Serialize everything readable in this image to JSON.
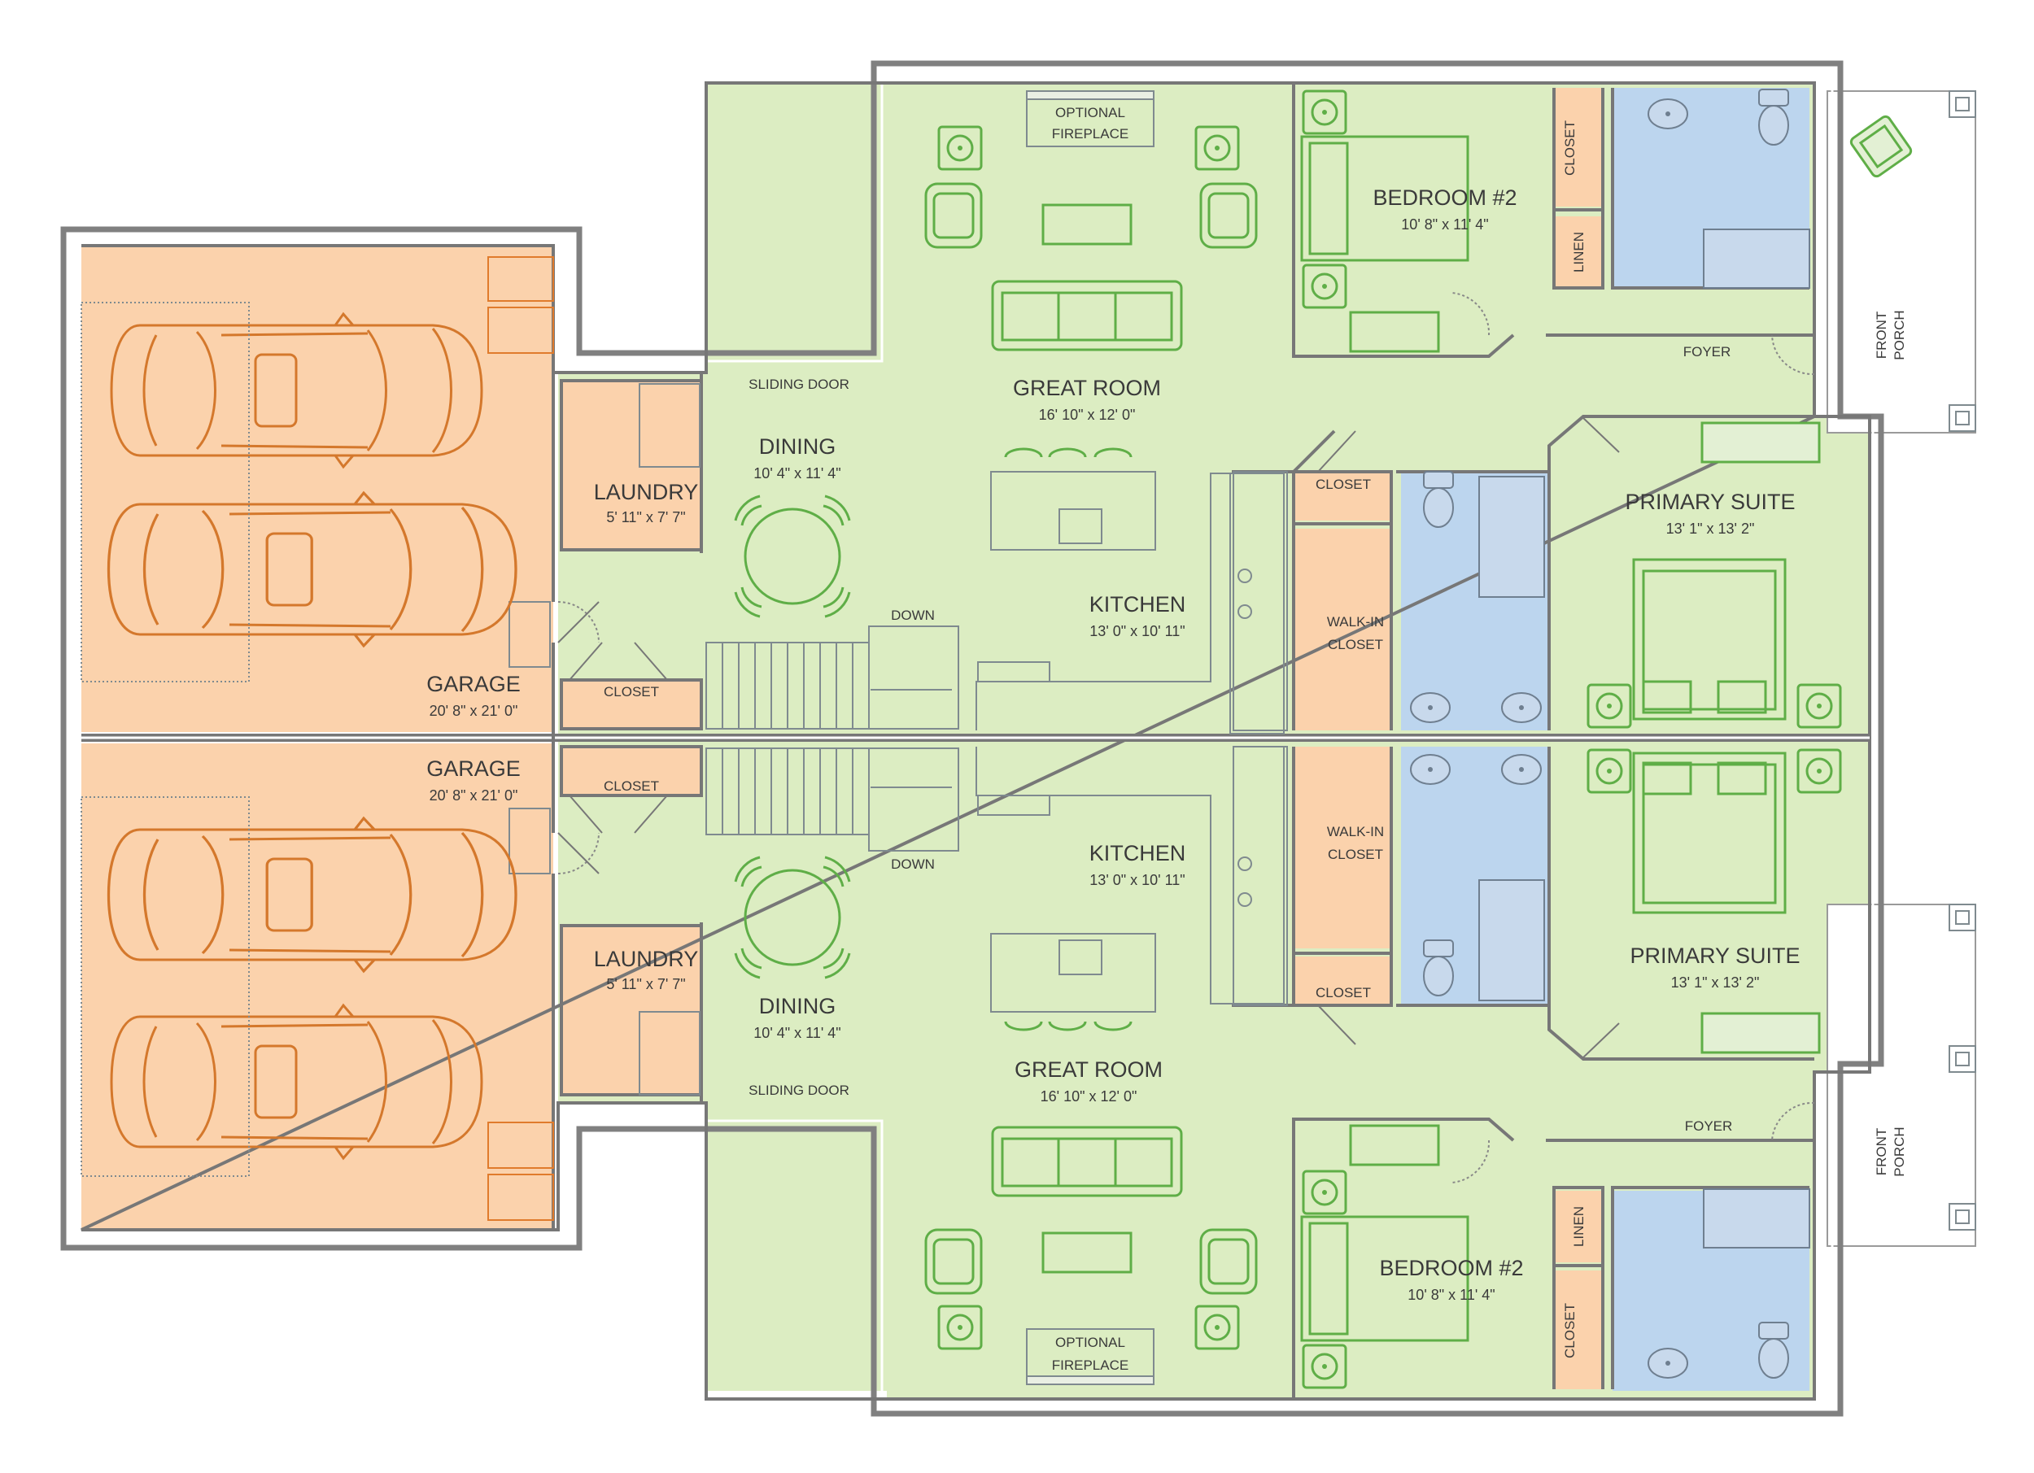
{
  "colors": {
    "garage": "#fbd2ac",
    "living": "#dcedc2",
    "bath": "#bcd5ee",
    "closet": "#fbd2ac",
    "wall": "#808080",
    "furniture": "#5fae47",
    "car": "#d4782c"
  },
  "icons": [
    "car-icon",
    "chair-icon",
    "table-icon",
    "sofa-icon",
    "bed-icon",
    "toilet-icon",
    "sink-icon",
    "tub-icon",
    "stairs-icon",
    "patio-chair-icon"
  ],
  "units": [
    {
      "garage": {
        "name": "GARAGE",
        "dims": "20' 8\" x 21' 0\""
      },
      "laundry": {
        "name": "LAUNDRY",
        "dims": "5' 11\" x 7' 7\""
      },
      "dining": {
        "name": "DINING",
        "dims": "10' 4\" x 11' 4\""
      },
      "great_room": {
        "name": "GREAT ROOM",
        "dims": "16' 10\" x 12' 0\""
      },
      "kitchen": {
        "name": "KITCHEN",
        "dims": "13' 0\" x 10' 11\""
      },
      "bedroom2": {
        "name": "BEDROOM #2",
        "dims": "10' 8\" x 11' 4\""
      },
      "primary_suite": {
        "name": "PRIMARY SUITE",
        "dims": "13' 1\" x 13' 2\""
      },
      "labels": {
        "fireplace1": "OPTIONAL",
        "fireplace2": "FIREPLACE",
        "sliding_door": "SLIDING DOOR",
        "down": "DOWN",
        "closet": "CLOSET",
        "closet_bed": "CLOSET",
        "closet_primary": "CLOSET",
        "linen": "LINEN",
        "walkin1": "WALK-IN",
        "walkin2": "CLOSET",
        "foyer": "FOYER",
        "porch1": "FRONT",
        "porch2": "PORCH"
      }
    },
    {
      "garage": {
        "name": "GARAGE",
        "dims": "20' 8\" x 21' 0\""
      },
      "laundry": {
        "name": "LAUNDRY",
        "dims": "5' 11\" x 7' 7\""
      },
      "dining": {
        "name": "DINING",
        "dims": "10' 4\" x 11' 4\""
      },
      "great_room": {
        "name": "GREAT ROOM",
        "dims": "16' 10\" x 12' 0\""
      },
      "kitchen": {
        "name": "KITCHEN",
        "dims": "13' 0\" x 10' 11\""
      },
      "bedroom2": {
        "name": "BEDROOM #2",
        "dims": "10' 8\" x 11' 4\""
      },
      "primary_suite": {
        "name": "PRIMARY SUITE",
        "dims": "13' 1\" x 13' 2\""
      },
      "labels": {
        "fireplace1": "OPTIONAL",
        "fireplace2": "FIREPLACE",
        "sliding_door": "SLIDING DOOR",
        "down": "DOWN",
        "closet": "CLOSET",
        "closet_bed": "CLOSET",
        "closet_primary": "CLOSET",
        "linen": "LINEN",
        "walkin1": "WALK-IN",
        "walkin2": "CLOSET",
        "foyer": "FOYER",
        "porch1": "FRONT",
        "porch2": "PORCH"
      }
    }
  ]
}
